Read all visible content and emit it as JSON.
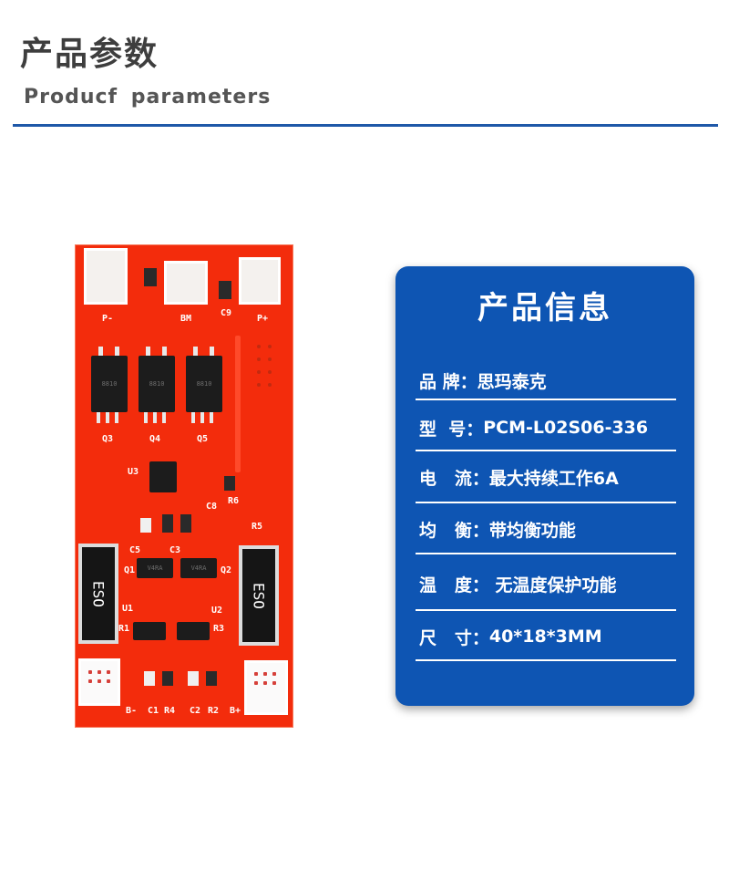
{
  "header": {
    "title_cn": "产品参数",
    "title_en": "Producf  parameters"
  },
  "board": {
    "labels": {
      "p_minus": "P-",
      "bm": "BM",
      "c9": "C9",
      "p_plus": "P+",
      "q3": "Q3",
      "q4": "Q4",
      "q5": "Q5",
      "u3": "U3",
      "c8": "C8",
      "r6": "R6",
      "c5": "C5",
      "c3": "C3",
      "q1": "Q1",
      "q2": "Q2",
      "u1": "U1",
      "u2": "U2",
      "r3": "R3",
      "r1": "R1",
      "b_minus": "B-",
      "c1": "C1",
      "r4": "R4",
      "c2": "C2",
      "r2": "R2",
      "b_plus": "B+",
      "chip_mark": "8810",
      "res_mark": "ESO",
      "sot_mark": "V4RA"
    }
  },
  "info": {
    "title": "产品信息",
    "rows": [
      {
        "label": "品 牌：",
        "value": "思玛泰克"
      },
      {
        "label": "型  号：",
        "value": "PCM-L02S06-336"
      },
      {
        "label": "电   流：",
        "value": "最大持续工作6A"
      },
      {
        "label": "均   衡：",
        "value": "带均衡功能"
      },
      {
        "label": "温   度：",
        "value": " 无温度保护功能"
      },
      {
        "label": "尺   寸：",
        "value": "40*18*3MM"
      }
    ]
  }
}
